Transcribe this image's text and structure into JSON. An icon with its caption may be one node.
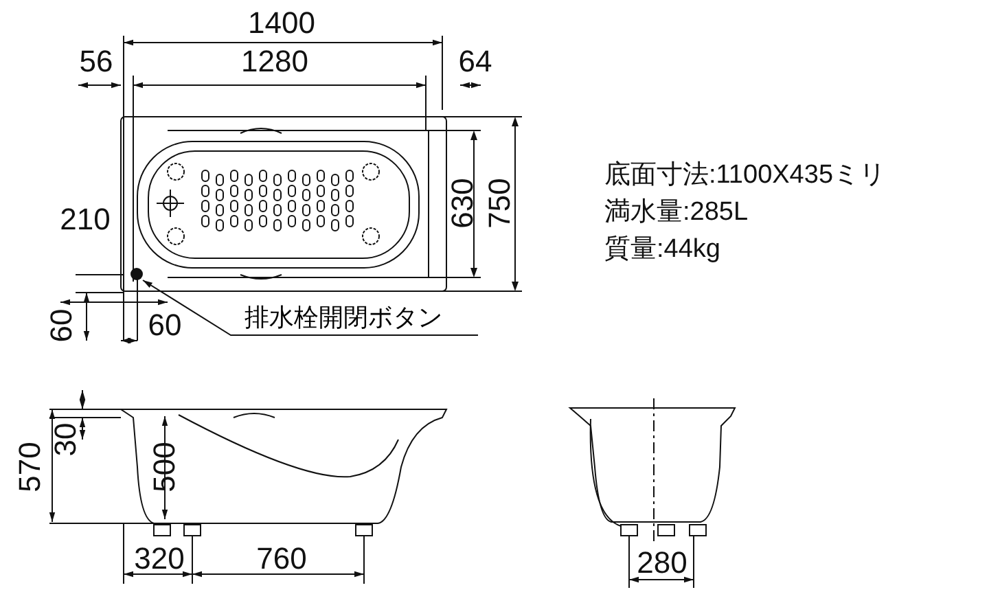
{
  "diagram": {
    "nodes": [
      {
        "text": [
          "排水栓開閉ボタン"
        ]
      },
      {
        "text": [],
        "shape": "circle"
      }
    ],
    "edges": [
      {
        "from": 0,
        "to": 1,
        "arrow": "to"
      }
    ],
    "labels": [
      "1400",
      "56",
      "1280",
      "64",
      "210",
      "630",
      "750",
      "底面寸法:1100X435ミリ",
      "満水量:285L",
      "質量:44kg",
      "60",
      "60",
      "570",
      "30",
      "500",
      "320",
      "760",
      "280"
    ]
  }
}
